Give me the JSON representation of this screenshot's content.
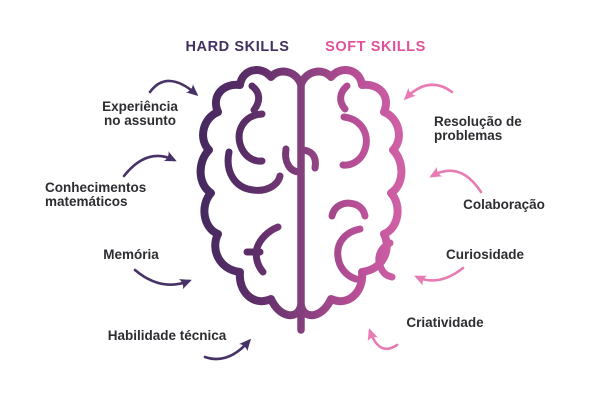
{
  "titles": {
    "hard": "HARD SKILLS",
    "soft": "SOFT SKILLS"
  },
  "skills": {
    "hard": [
      {
        "label": "Experiência\nno assunto"
      },
      {
        "label": "Conhecimentos\nmatemáticos"
      },
      {
        "label": "Memória"
      },
      {
        "label": "Habilidade técnica"
      }
    ],
    "soft": [
      {
        "label": "Resolução de\nproblemas"
      },
      {
        "label": "Colaboração"
      },
      {
        "label": "Curiosidade"
      },
      {
        "label": "Criatividade"
      }
    ]
  },
  "illustration": {
    "subject": "brain-outline",
    "left_hemisphere": "hard-skills",
    "right_hemisphere": "soft-skills"
  },
  "colors": {
    "background": "#ffffff",
    "hard_title": "#423060",
    "soft_title": "#e0519c",
    "hard_arrow": "#463266",
    "soft_arrow": "#e77bb3",
    "label_text": "#2e2c31",
    "brain_gradient": [
      "#45295f",
      "#5e2e69",
      "#86407e",
      "#b44d94",
      "#d060a6"
    ]
  }
}
